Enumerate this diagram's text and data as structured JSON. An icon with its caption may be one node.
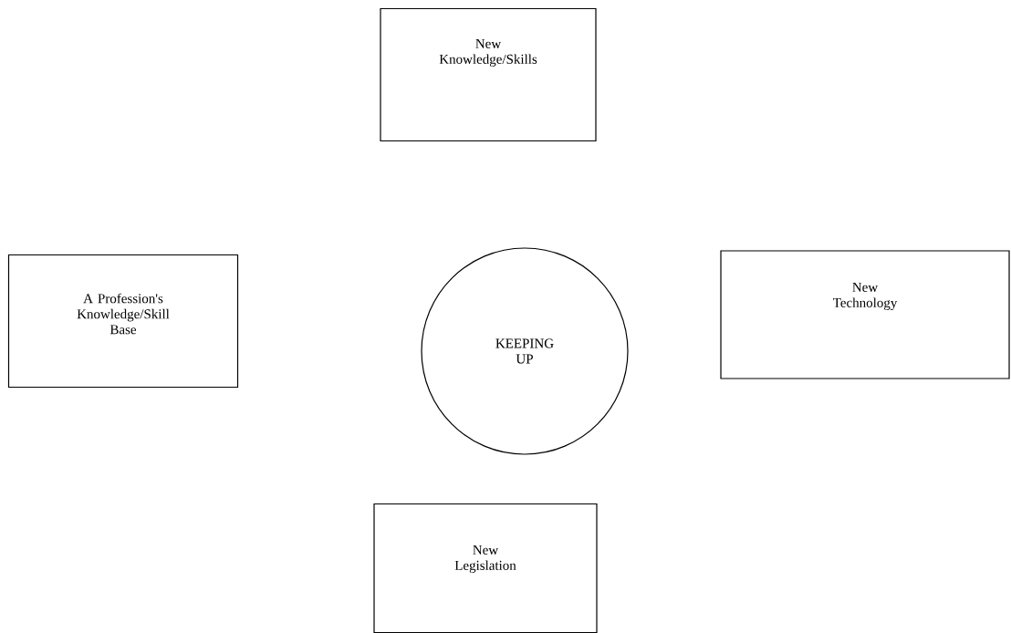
{
  "diagram": {
    "nodes": [
      {
        "text": [
          "New Knowledge/Skills"
        ]
      },
      {
        "text": [
          "A Profession's Knowledge/Skill Base"
        ]
      },
      {
        "text": [
          "KEEPING UP"
        ]
      },
      {
        "text": [
          "New Technology"
        ]
      },
      {
        "text": [
          "New Legislation"
        ]
      }
    ]
  }
}
